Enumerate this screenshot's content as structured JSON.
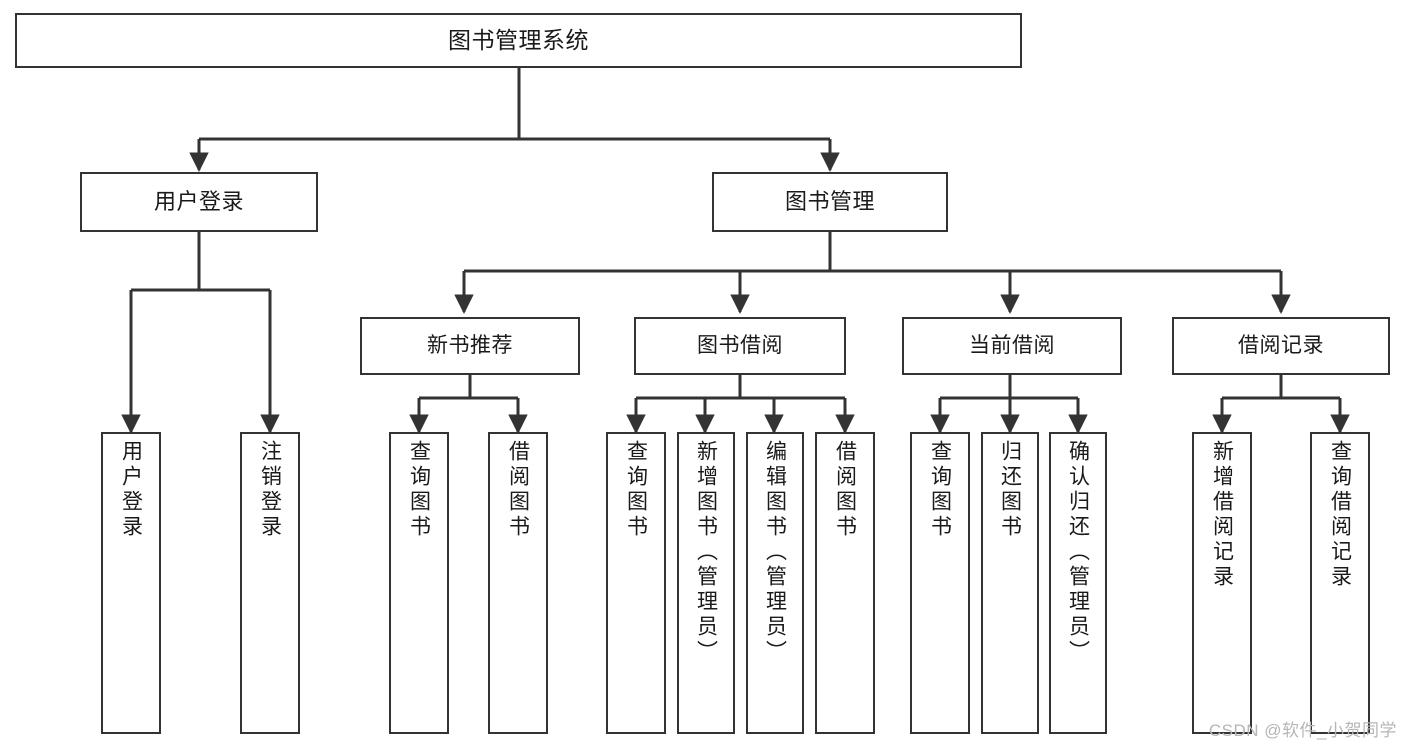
{
  "diagram": {
    "title": "图书管理系统",
    "watermark": "CSDN @软件_小贺同学",
    "colors": {
      "box_border": "#333333",
      "box_fill": "#ffffff",
      "connector": "#333333",
      "text": "#1a1a1a",
      "watermark": "#b6b6b6",
      "background": "#ffffff"
    },
    "root": {
      "label": "图书管理系统"
    },
    "level1": [
      {
        "label": "用户登录"
      },
      {
        "label": "图书管理"
      }
    ],
    "level2": [
      {
        "label": "新书推荐"
      },
      {
        "label": "图书借阅"
      },
      {
        "label": "当前借阅"
      },
      {
        "label": "借阅记录"
      }
    ],
    "leaves": {
      "user_login": [
        {
          "label": "用户登录"
        },
        {
          "label": "注销登录"
        }
      ],
      "new_book_recommend": [
        {
          "label": "查询图书"
        },
        {
          "label": "借阅图书"
        }
      ],
      "book_borrow": [
        {
          "label": "查询图书"
        },
        {
          "label": "新增图书（管理员）"
        },
        {
          "label": "编辑图书（管理员）"
        },
        {
          "label": "借阅图书"
        }
      ],
      "current_borrow": [
        {
          "label": "查询图书"
        },
        {
          "label": "归还图书"
        },
        {
          "label": "确认归还（管理员）"
        }
      ],
      "borrow_record": [
        {
          "label": "新增借阅记录"
        },
        {
          "label": "查询借阅记录"
        }
      ]
    }
  }
}
